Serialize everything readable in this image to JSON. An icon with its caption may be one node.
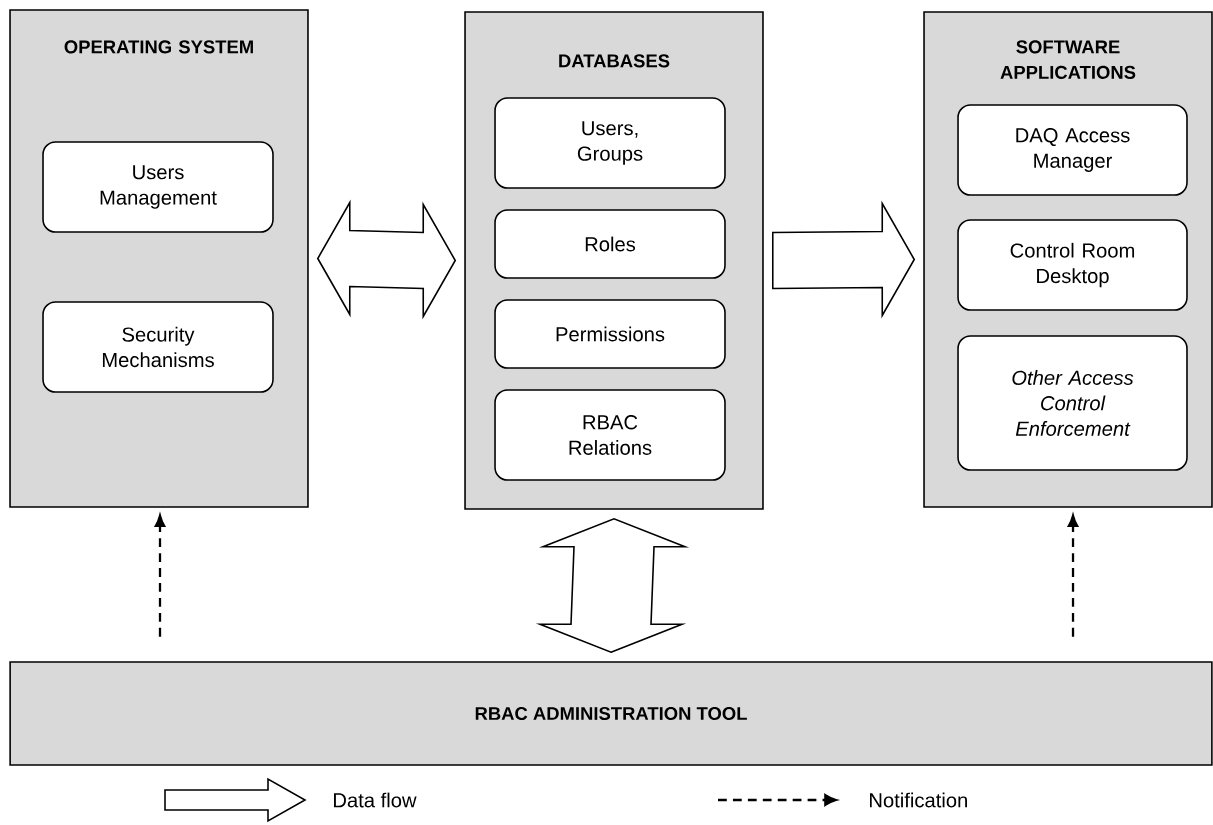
{
  "diagram": {
    "nodes": [
      {
        "text": [
          "OPERATING SYSTEM"
        ]
      },
      {
        "text": [
          "Users Management"
        ],
        "in": 0
      },
      {
        "text": [
          "Security Mechanisms"
        ],
        "in": 0
      },
      {
        "text": [
          "DATABASES"
        ]
      },
      {
        "text": [
          "Users, Groups"
        ],
        "in": 3
      },
      {
        "text": [
          "Roles"
        ],
        "in": 3
      },
      {
        "text": [
          "Permissions"
        ],
        "in": 3
      },
      {
        "text": [
          "RBAC Relations"
        ],
        "in": 3
      },
      {
        "text": [
          "SOFTWARE APPLICATIONS"
        ]
      },
      {
        "text": [
          "DAQ Access Manager"
        ],
        "in": 8
      },
      {
        "text": [
          "Control Room Desktop"
        ],
        "in": 8
      },
      {
        "text": [
          "Other Access Control Enforcement"
        ],
        "in": 8
      },
      {
        "text": [
          "RBAC ADMINISTRATION TOOL"
        ]
      }
    ],
    "edges": [
      {
        "from": 0,
        "to": 3,
        "arrow": "both"
      },
      {
        "from": 3,
        "to": 8,
        "arrow": "to"
      },
      {
        "from": 12,
        "to": 3,
        "arrow": "both"
      },
      {
        "from": 12,
        "to": 0,
        "arrow": "to",
        "style": "dashed"
      },
      {
        "from": 12,
        "to": 8,
        "arrow": "to",
        "style": "dashed"
      }
    ],
    "legend": [
      {
        "text": "Data flow"
      },
      {
        "text": "Notification"
      }
    ]
  }
}
